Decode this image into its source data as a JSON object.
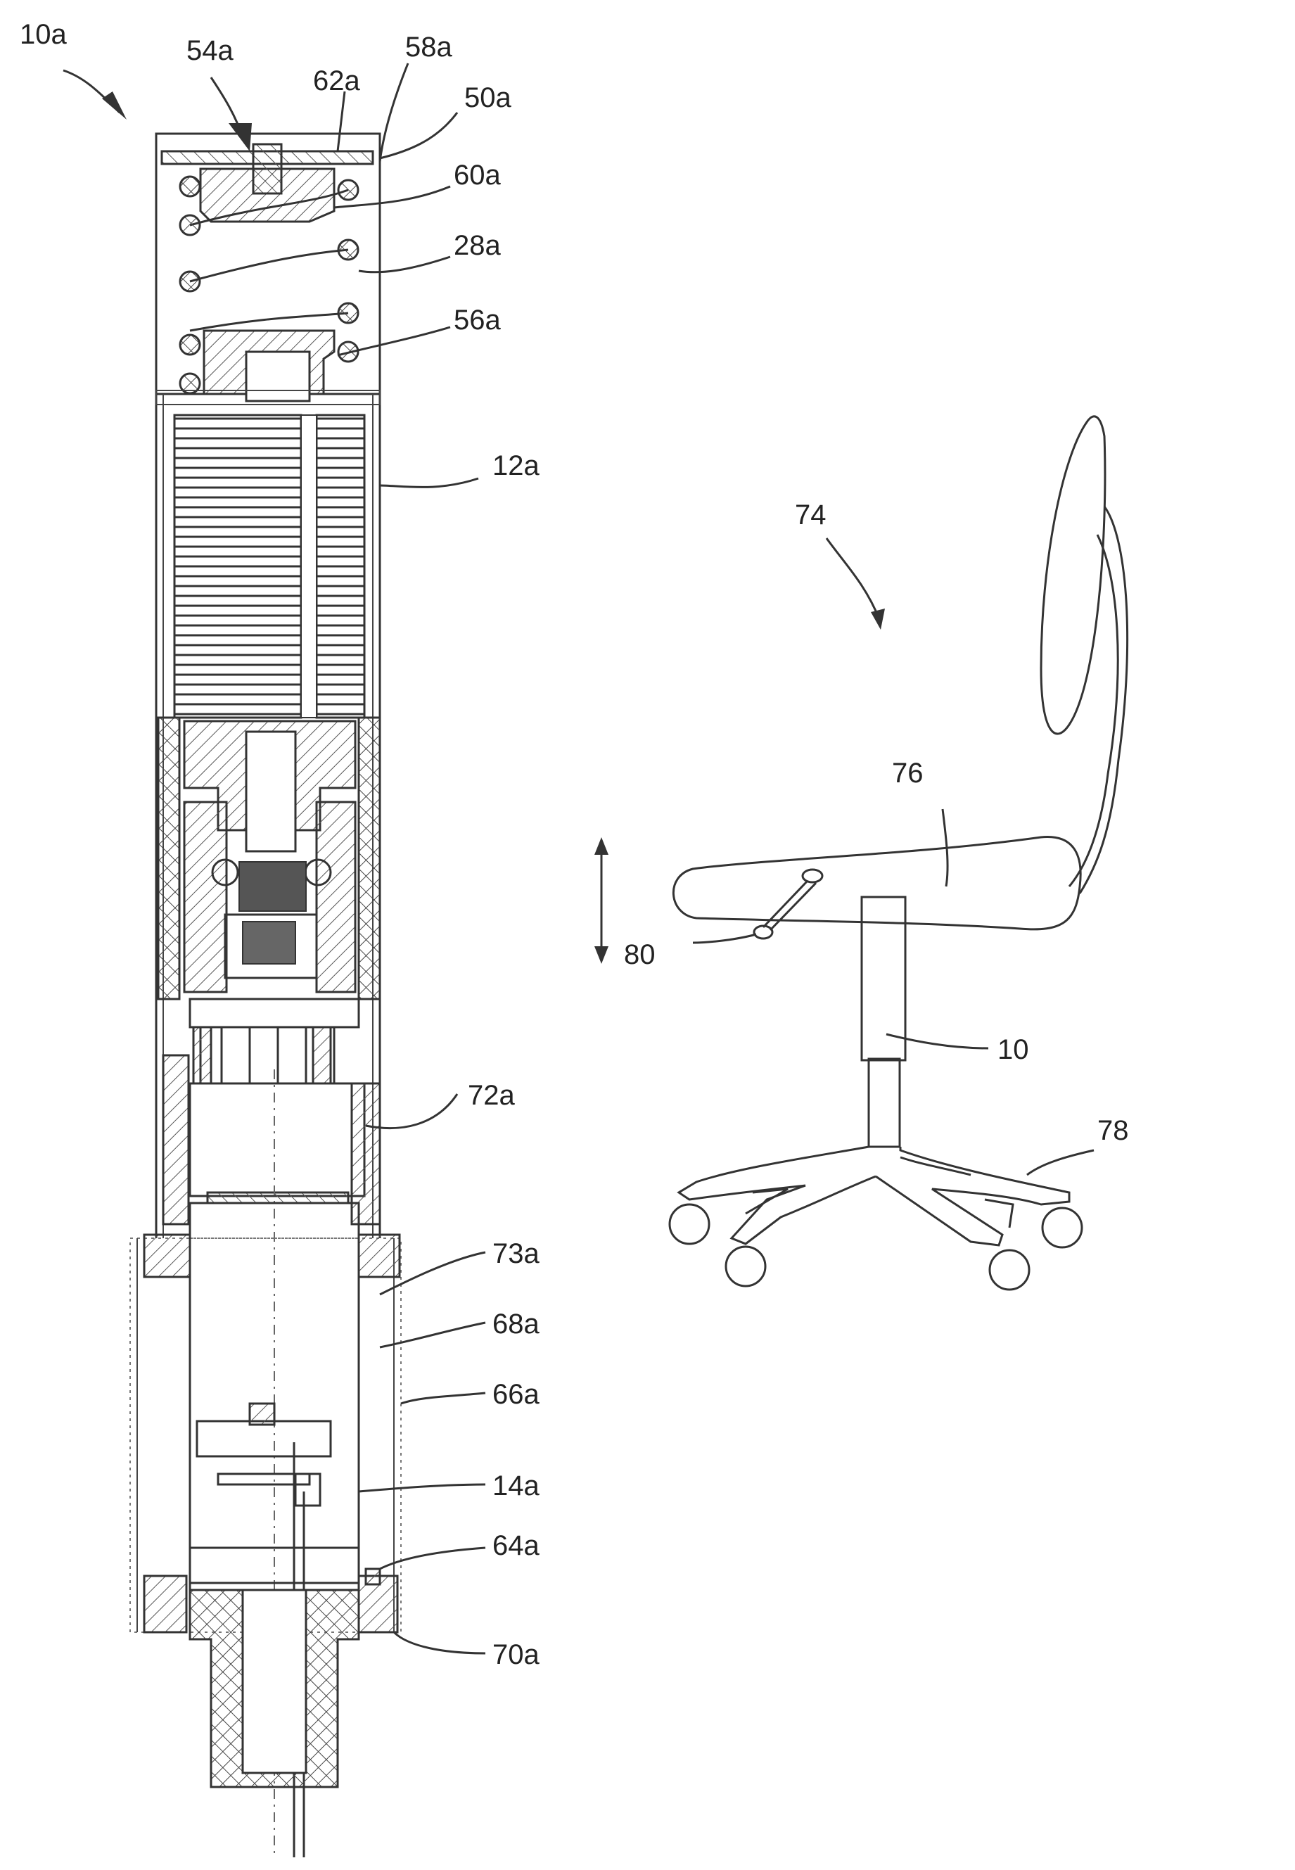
{
  "labels": {
    "l10a": "10a",
    "l54a": "54a",
    "l58a": "58a",
    "l62a": "62a",
    "l50a": "50a",
    "l60a": "60a",
    "l28a": "28a",
    "l56a": "56a",
    "l12a": "12a",
    "l72a": "72a",
    "l73a": "73a",
    "l68a": "68a",
    "l66a": "66a",
    "l14a": "14a",
    "l64a": "64a",
    "l70a": "70a",
    "l74": "74",
    "l76": "76",
    "l80": "80",
    "l10": "10",
    "l78": "78"
  }
}
